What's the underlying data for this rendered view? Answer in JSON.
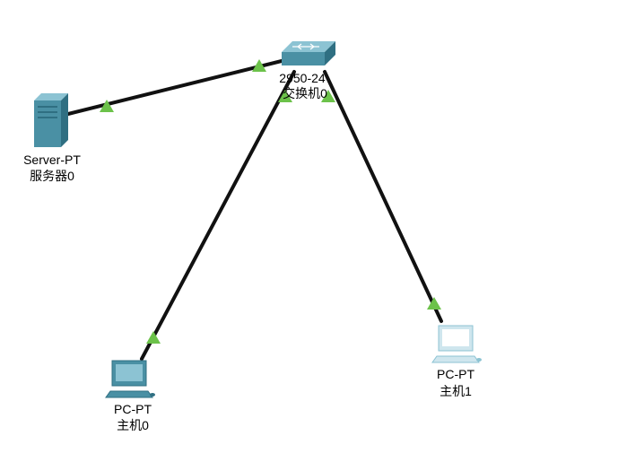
{
  "devices": {
    "switch": {
      "model": "2950-24",
      "name": "交换机0",
      "icon": "switch-icon"
    },
    "server": {
      "model": "Server-PT",
      "name": "服务器0",
      "icon": "server-icon"
    },
    "pc0": {
      "model": "PC-PT",
      "name": "主机0",
      "icon": "pc-icon"
    },
    "pc1": {
      "model": "PC-PT",
      "name": "主机1",
      "icon": "pc-icon"
    }
  },
  "links": [
    {
      "from": "server",
      "to": "switch",
      "status": "up"
    },
    {
      "from": "switch",
      "to": "pc0",
      "status": "up"
    },
    {
      "from": "switch",
      "to": "pc1",
      "status": "up"
    }
  ],
  "colors": {
    "link": "#111111",
    "status_up": "#6cc24a",
    "device_body": "#4a90a4",
    "device_dark": "#2f6f82",
    "device_light": "#8cc3d3",
    "pc1_body": "#cfe6ee"
  }
}
